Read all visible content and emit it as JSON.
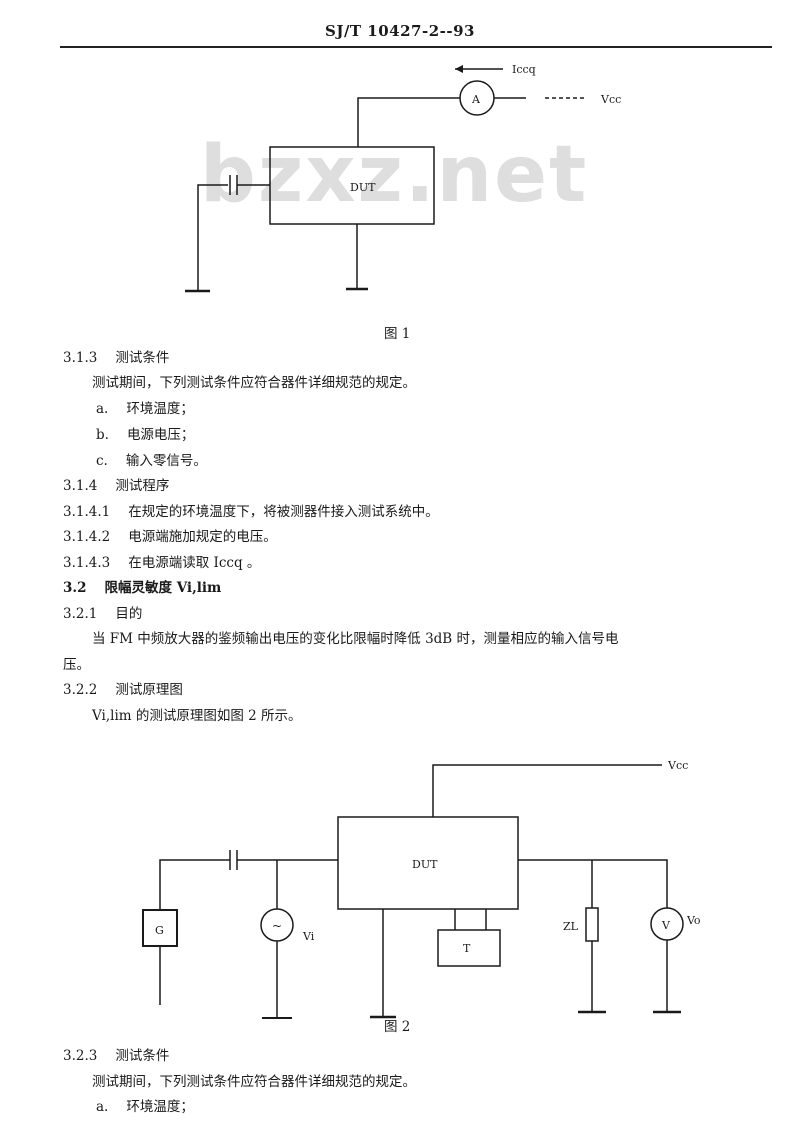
{
  "header": {
    "standard_id": "SJ/T 10427-2--93"
  },
  "watermark": "bzxz.net",
  "figure1": {
    "caption": "图 1",
    "dut_label": "DUT",
    "ammeter_label": "A",
    "current_label": "Iccq",
    "supply_label": "Vcc"
  },
  "section_3_1_3": {
    "number": "3.1.3",
    "title": "测试条件",
    "intro": "测试期间，下列测试条件应符合器件详细规范的规定。",
    "items": [
      {
        "marker": "a.",
        "text": "环境温度；"
      },
      {
        "marker": "b.",
        "text": "电源电压；"
      },
      {
        "marker": "c.",
        "text": "输入零信号。"
      }
    ]
  },
  "section_3_1_4": {
    "number": "3.1.4",
    "title": "测试程序",
    "steps": [
      {
        "number": "3.1.4.1",
        "text": "在规定的环境温度下，将被测器件接入测试系统中。"
      },
      {
        "number": "3.1.4.2",
        "text": "电源端施加规定的电压。"
      },
      {
        "number": "3.1.4.3",
        "text": "在电源端读取 Iccq 。"
      }
    ]
  },
  "section_3_2": {
    "number": "3.2",
    "title": "限幅灵敏度 Vi,lim"
  },
  "section_3_2_1": {
    "number": "3.2.1",
    "title": "目的",
    "body_line1": "当 FM 中频放大器的鉴频输出电压的变化比限幅时降低 3dB 时，测量相应的输入信号电",
    "body_line2": "压。"
  },
  "section_3_2_2": {
    "number": "3.2.2",
    "title": "测试原理图",
    "body": "Vi,lim 的测试原理图如图 2 所示。"
  },
  "figure2": {
    "caption": "图 2",
    "dut_label": "DUT",
    "generator_label": "G",
    "input_meter_symbol": "~",
    "input_voltage_label": "Vi",
    "load_label": "ZL",
    "output_meter_symbol": "V",
    "output_voltage_label": "Vo",
    "aux_block_label": "T",
    "supply_label": "Vcc"
  },
  "section_3_2_3": {
    "number": "3.2.3",
    "title": "测试条件",
    "intro": "测试期间，下列测试条件应符合器件详细规范的规定。",
    "items": [
      {
        "marker": "a.",
        "text": "环境温度；"
      }
    ]
  }
}
